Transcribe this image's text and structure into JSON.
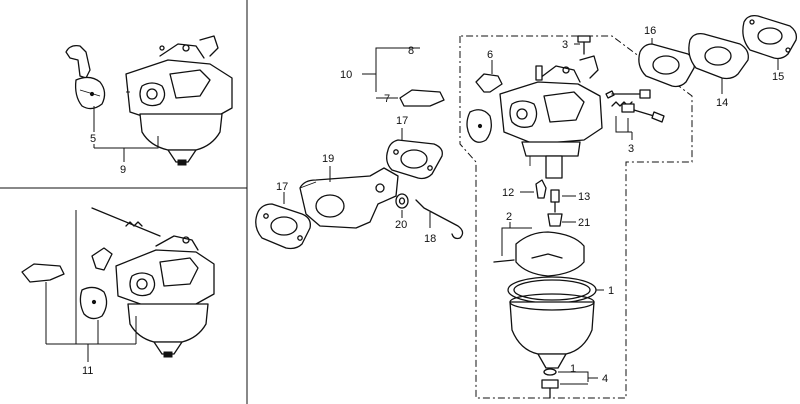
{
  "callouts": {
    "c1a": "1",
    "c1b": "1",
    "c2": "2",
    "c3a": "3",
    "c3b": "3",
    "c4": "4",
    "c5": "5",
    "c6": "6",
    "c7": "7",
    "c8": "8",
    "c9": "9",
    "c10": "10",
    "c11": "11",
    "c12": "12",
    "c13": "13",
    "c14": "14",
    "c15": "15",
    "c16": "16",
    "c17a": "17",
    "c17b": "17",
    "c18": "18",
    "c19": "19",
    "c20": "20",
    "c21": "21"
  }
}
